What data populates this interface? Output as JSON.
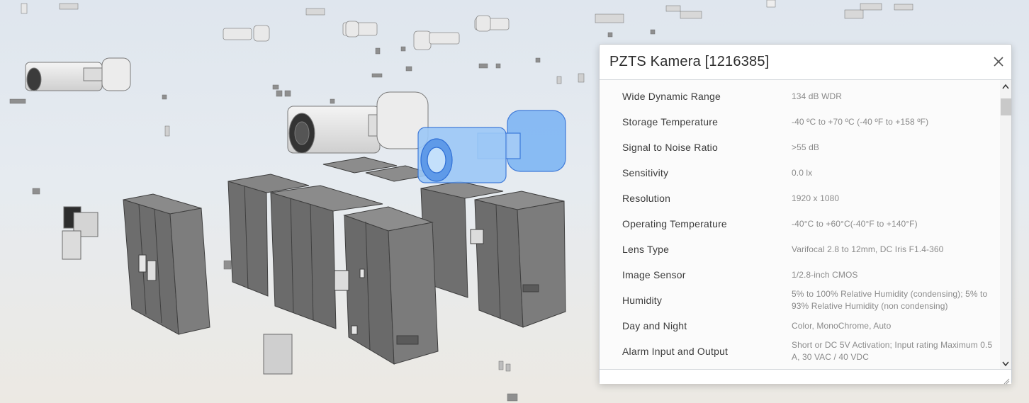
{
  "viewer": {
    "scene": "3d-model-view",
    "highlight_color": "#7fb6f4"
  },
  "properties_panel": {
    "title": "PZTS Kamera [1216385]",
    "close_icon": "close-icon",
    "rows": [
      {
        "name": "Wide Dynamic Range",
        "value": "134 dB WDR"
      },
      {
        "name": "Storage Temperature",
        "value": "-40 ºC to +70 ºC (-40 ºF to +158 ºF)"
      },
      {
        "name": "Signal to Noise Ratio",
        "value": ">55 dB"
      },
      {
        "name": "Sensitivity",
        "value": "0.0 lx"
      },
      {
        "name": "Resolution",
        "value": "1920 x 1080"
      },
      {
        "name": "Operating Temperature",
        "value": "-40°C to +60°C(-40°F to +140°F)"
      },
      {
        "name": "Lens Type",
        "value": "Varifocal 2.8 to 12mm, DC Iris F1.4-360"
      },
      {
        "name": "Image Sensor",
        "value": "1/2.8-inch CMOS"
      },
      {
        "name": "Humidity",
        "value": "5% to 100% Relative Humidity (condensing); 5% to 93% Relative Humidity (non condensing)"
      },
      {
        "name": "Day and Night",
        "value": "Color, MonoChrome, Auto"
      },
      {
        "name": "Alarm Input and Output",
        "value": "Short or DC 5V Activation; Input rating Maximum 0.5 A, 30 VAC / 40 VDC"
      }
    ]
  }
}
